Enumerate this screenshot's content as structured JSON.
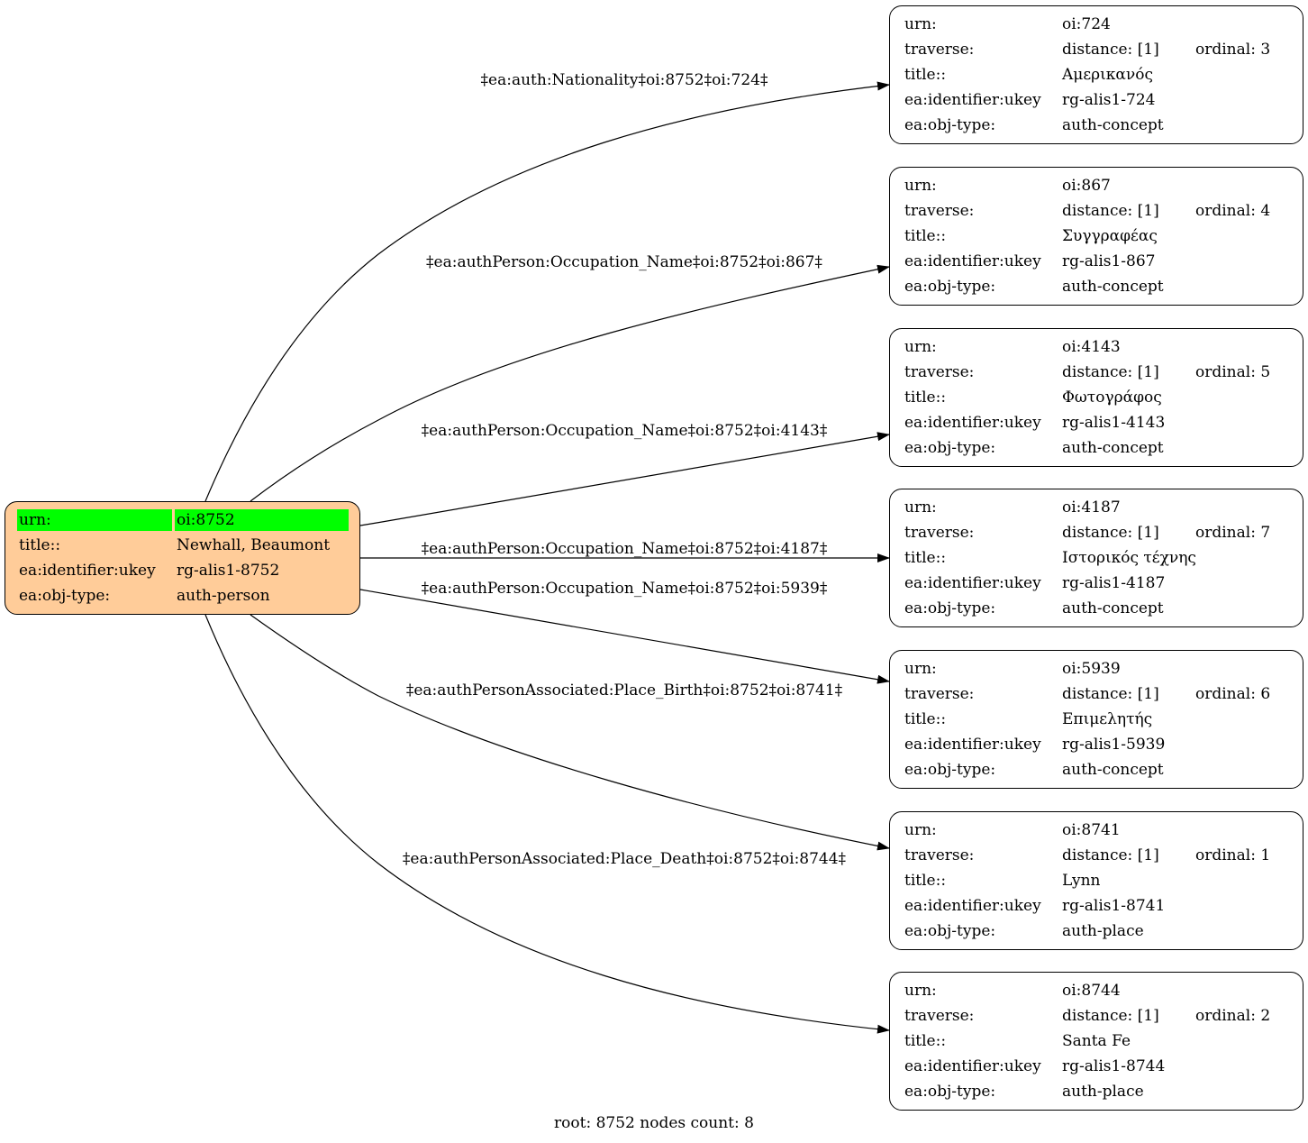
{
  "root": {
    "rows": [
      {
        "key": "urn:",
        "value": "oi:8752"
      },
      {
        "key": "title::",
        "value": "Newhall, Beaumont"
      },
      {
        "key": "ea:identifier:ukey",
        "value": "rg-alis1-8752"
      },
      {
        "key": "ea:obj-type:",
        "value": "auth-person"
      }
    ],
    "fill_color": "#ffcc99",
    "highlight_color": "#00ff00"
  },
  "nodes": [
    {
      "urn": "oi:724",
      "traverse": "distance: [1]",
      "ordinal": "ordinal: 3",
      "title": "Αμερικανός",
      "ukey": "rg-alis1-724",
      "obj_type": "auth-concept"
    },
    {
      "urn": "oi:867",
      "traverse": "distance: [1]",
      "ordinal": "ordinal: 4",
      "title": "Συγγραφέας",
      "ukey": "rg-alis1-867",
      "obj_type": "auth-concept"
    },
    {
      "urn": "oi:4143",
      "traverse": "distance: [1]",
      "ordinal": "ordinal: 5",
      "title": "Φωτογράφος",
      "ukey": "rg-alis1-4143",
      "obj_type": "auth-concept"
    },
    {
      "urn": "oi:4187",
      "traverse": "distance: [1]",
      "ordinal": "ordinal: 7",
      "title": "Ιστορικός τέχνης",
      "ukey": "rg-alis1-4187",
      "obj_type": "auth-concept"
    },
    {
      "urn": "oi:5939",
      "traverse": "distance: [1]",
      "ordinal": "ordinal: 6",
      "title": "Επιμελητής",
      "ukey": "rg-alis1-5939",
      "obj_type": "auth-concept"
    },
    {
      "urn": "oi:8741",
      "traverse": "distance: [1]",
      "ordinal": "ordinal: 1",
      "title": "Lynn",
      "ukey": "rg-alis1-8741",
      "obj_type": "auth-place"
    },
    {
      "urn": "oi:8744",
      "traverse": "distance: [1]",
      "ordinal": "ordinal: 2",
      "title": "Santa Fe",
      "ukey": "rg-alis1-8744",
      "obj_type": "auth-place"
    }
  ],
  "node_keys": {
    "urn": "urn:",
    "traverse": "traverse:",
    "title": "title::",
    "ukey": "ea:identifier:ukey",
    "obj_type": "ea:obj-type:"
  },
  "edges": [
    "‡ea:auth:Nationality‡oi:8752‡oi:724‡",
    "‡ea:authPerson:Occupation_Name‡oi:8752‡oi:867‡",
    "‡ea:authPerson:Occupation_Name‡oi:8752‡oi:4143‡",
    "‡ea:authPerson:Occupation_Name‡oi:8752‡oi:4187‡",
    "‡ea:authPerson:Occupation_Name‡oi:8752‡oi:5939‡",
    "‡ea:authPersonAssociated:Place_Birth‡oi:8752‡oi:8741‡",
    "‡ea:authPersonAssociated:Place_Death‡oi:8752‡oi:8744‡"
  ],
  "caption": "root: 8752 nodes count: 8"
}
